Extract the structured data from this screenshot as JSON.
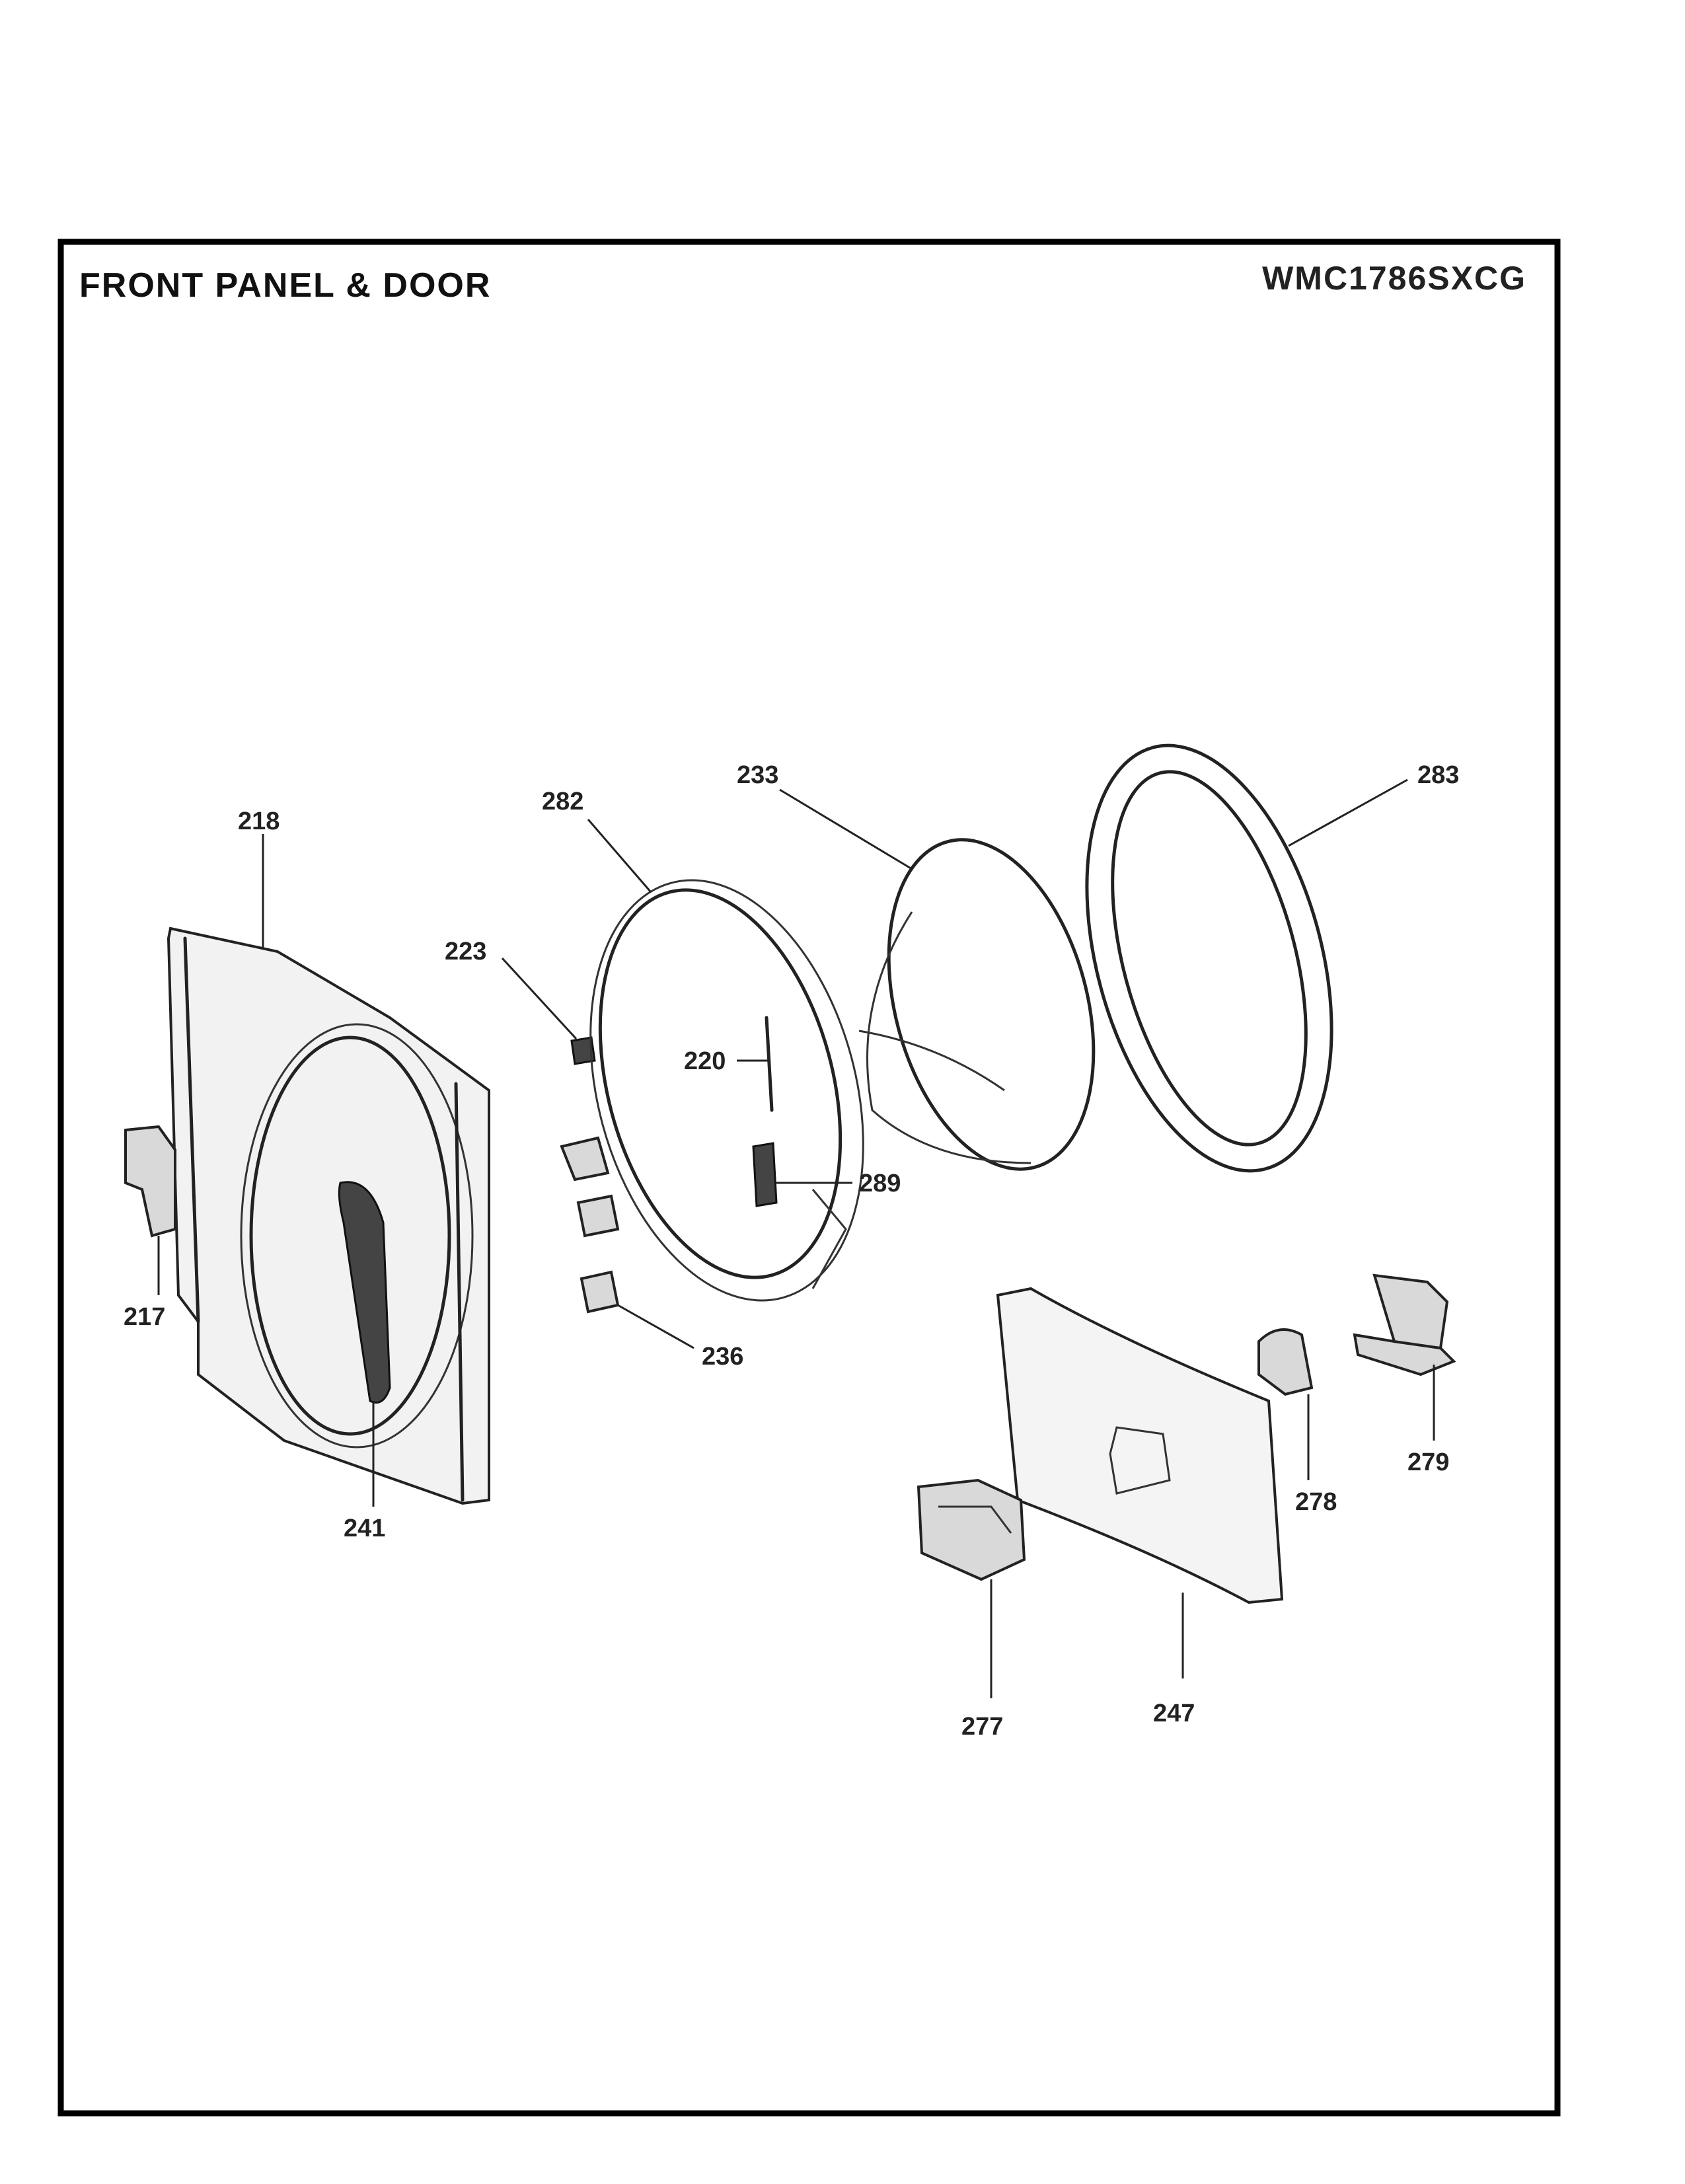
{
  "header": {
    "title": "FRONT PANEL & DOOR",
    "model": "WMC1786SXCG"
  },
  "callouts": [
    {
      "id": "218",
      "label": "218"
    },
    {
      "id": "282",
      "label": "282"
    },
    {
      "id": "233",
      "label": "233"
    },
    {
      "id": "283",
      "label": "283"
    },
    {
      "id": "223",
      "label": "223"
    },
    {
      "id": "220",
      "label": "220"
    },
    {
      "id": "289",
      "label": "289"
    },
    {
      "id": "217",
      "label": "217"
    },
    {
      "id": "236",
      "label": "236"
    },
    {
      "id": "241",
      "label": "241"
    },
    {
      "id": "279",
      "label": "279"
    },
    {
      "id": "278",
      "label": "278"
    },
    {
      "id": "277",
      "label": "277"
    },
    {
      "id": "247",
      "label": "247"
    }
  ],
  "colors": {
    "line": "#222222",
    "background": "#ffffff"
  }
}
